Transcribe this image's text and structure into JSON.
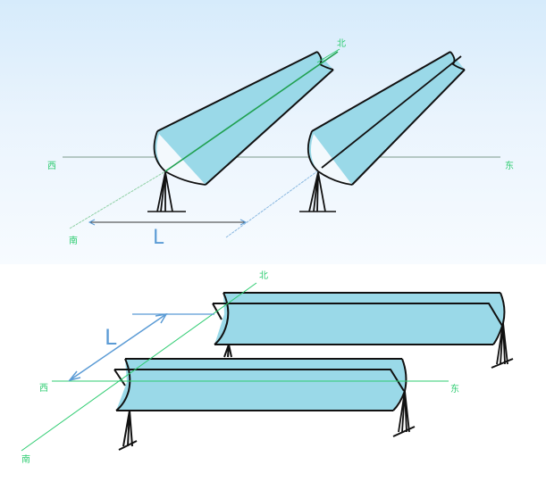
{
  "colors": {
    "trough_fill": "#9ad9e8",
    "outline": "#111111",
    "compass_line": "#2ecc71",
    "dimension_line": "#5b9bd5",
    "top_background": "#e4f1fc"
  },
  "top_diagram": {
    "description": "North-south oriented parabolic trough collectors (perspective view)",
    "compass": {
      "north": "北",
      "south": "南",
      "east": "东",
      "west": "西"
    },
    "spacing_label": "L",
    "collector_count": 2
  },
  "bottom_diagram": {
    "description": "East-west oriented parabolic trough collectors (perspective view)",
    "compass": {
      "north": "北",
      "south": "南",
      "east": "东",
      "west": "西"
    },
    "spacing_label": "L",
    "collector_count": 2
  }
}
